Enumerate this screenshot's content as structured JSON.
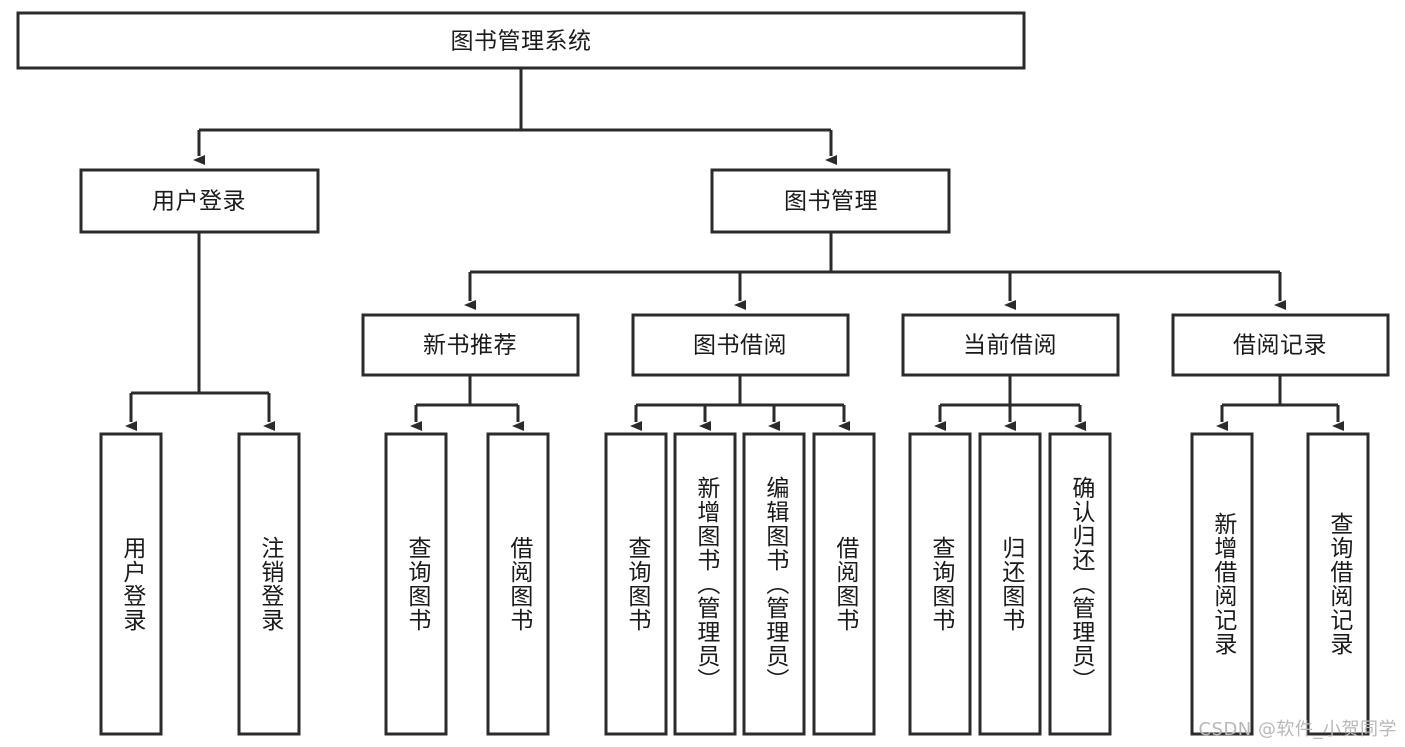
{
  "diagram": {
    "title": "图书管理系统",
    "type": "tree-hierarchy-diagram",
    "colors": {
      "stroke": "#2b2b2b",
      "fill": "#ffffff",
      "text": "#1a1a1a",
      "background": "#ffffff",
      "watermark": "#b8b8b8"
    },
    "root": {
      "label": "图书管理系统"
    },
    "level2": [
      {
        "label": "用户登录"
      },
      {
        "label": "图书管理"
      }
    ],
    "level3": [
      {
        "label": "新书推荐"
      },
      {
        "label": "图书借阅"
      },
      {
        "label": "当前借阅"
      },
      {
        "label": "借阅记录"
      }
    ],
    "leaves": {
      "user_login": [
        {
          "label": "用户登录"
        },
        {
          "label": "注销登录"
        }
      ],
      "new_book_recommend": [
        {
          "label": "查询图书"
        },
        {
          "label": "借阅图书"
        }
      ],
      "book_borrow": [
        {
          "label": "查询图书"
        },
        {
          "label": "新增图书（管理员）"
        },
        {
          "label": "编辑图书（管理员）"
        },
        {
          "label": "借阅图书"
        }
      ],
      "current_borrow": [
        {
          "label": "查询图书"
        },
        {
          "label": "归还图书"
        },
        {
          "label": "确认归还（管理员）"
        }
      ],
      "borrow_record": [
        {
          "label": "新增借阅记录"
        },
        {
          "label": "查询借阅记录"
        }
      ]
    }
  },
  "watermark": {
    "text": "CSDN @软件_小贺同学"
  }
}
